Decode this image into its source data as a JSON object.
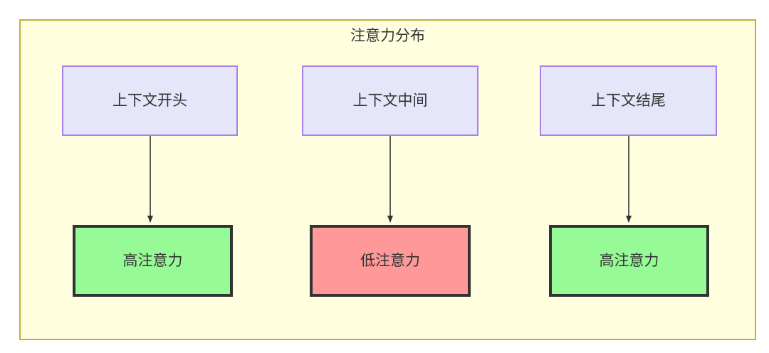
{
  "diagram": {
    "title": "注意力分布",
    "background_color": "#ffffe0",
    "border_color": "#bdb430",
    "columns": [
      {
        "id": "context-start",
        "top": {
          "label": "上下文开头",
          "fill": "#e6e6fa",
          "stroke": "#a97fea"
        },
        "bottom": {
          "label": "高注意力",
          "fill": "#96fa96",
          "stroke": "#333333"
        },
        "edge": {
          "from": "上下文开头",
          "to": "高注意力",
          "label": ""
        }
      },
      {
        "id": "context-middle",
        "top": {
          "label": "上下文中间",
          "fill": "#e6e6fa",
          "stroke": "#a97fea"
        },
        "bottom": {
          "label": "低注意力",
          "fill": "#ff9999",
          "stroke": "#333333"
        },
        "edge": {
          "from": "上下文中间",
          "to": "低注意力",
          "label": ""
        }
      },
      {
        "id": "context-end",
        "top": {
          "label": "上下文结尾",
          "fill": "#e6e6fa",
          "stroke": "#a97fea"
        },
        "bottom": {
          "label": "高注意力",
          "fill": "#96fa96",
          "stroke": "#333333"
        },
        "edge": {
          "from": "上下文结尾",
          "to": "高注意力",
          "label": ""
        }
      }
    ]
  }
}
